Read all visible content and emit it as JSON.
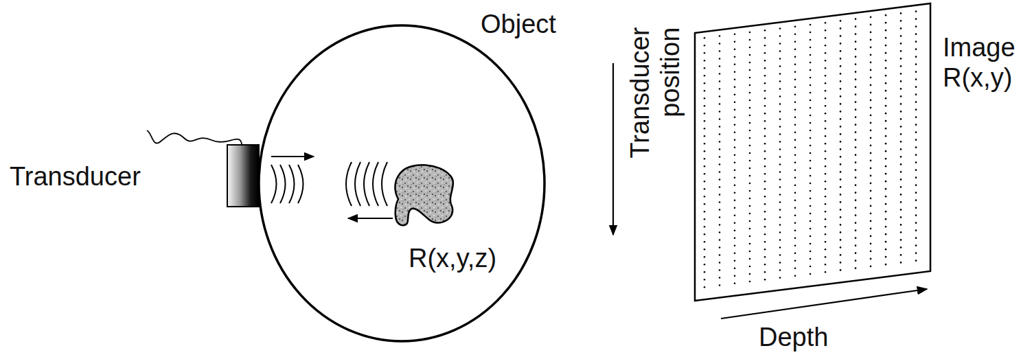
{
  "diagram": {
    "nodes": [
      {
        "text": [
          "Transducer"
        ]
      },
      {
        "text": [
          "Object",
          "R(x,y,z)"
        ]
      },
      {
        "text": [
          "Image R(x,y)"
        ]
      }
    ],
    "labels": [
      "Transducer position",
      "Depth"
    ]
  }
}
